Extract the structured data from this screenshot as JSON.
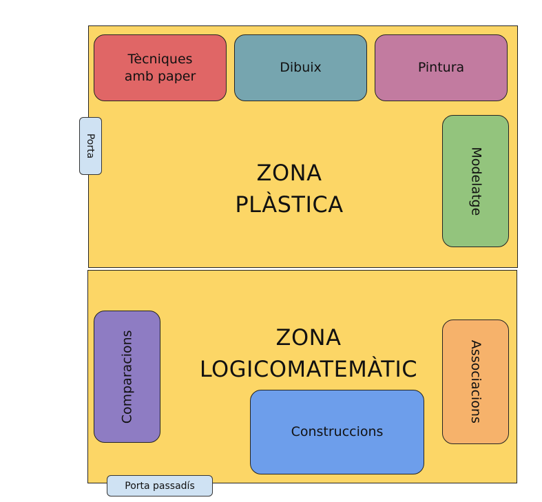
{
  "colors": {
    "zone_fill": "#FCD666",
    "tecniques": "#E06666",
    "dibuix": "#76A5AF",
    "pintura": "#C27BA0",
    "modelatge": "#93C47D",
    "comparacions": "#8E7CC3",
    "construccions": "#6D9EEB",
    "associacions": "#F6B26B",
    "door": "#CFE2F3"
  },
  "zona_plastica": {
    "title_line1": "ZONA",
    "title_line2": "PLÀSTICA",
    "tecniques_line1": "Tècniques",
    "tecniques_line2": "amb paper",
    "dibuix": "Dibuix",
    "pintura": "Pintura",
    "modelatge": "Modelatge"
  },
  "zona_logicomatematic": {
    "title_line1": "ZONA",
    "title_line2": "LOGICOMATEMÀTIC",
    "comparacions": "Comparacions",
    "construccions": "Construccions",
    "associacions": "Associacions"
  },
  "doors": {
    "porta": "Porta",
    "porta_passadis": "Porta passadís"
  }
}
